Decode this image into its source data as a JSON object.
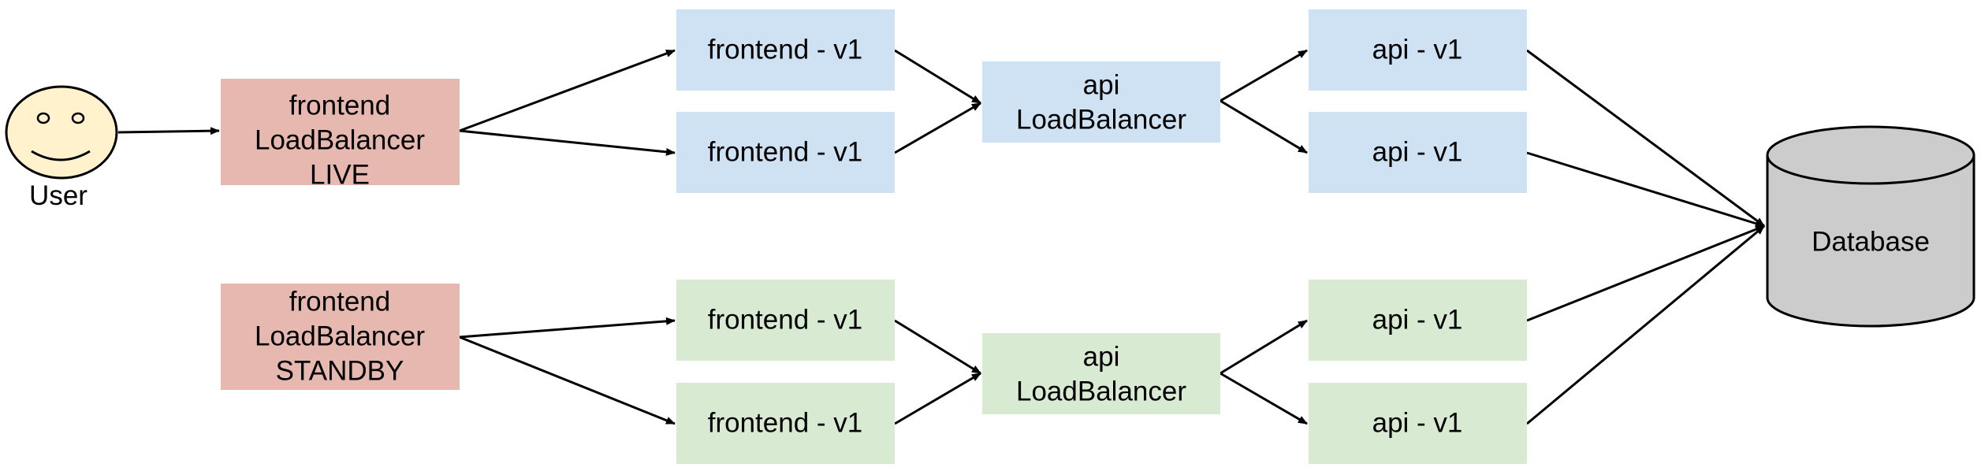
{
  "colors": {
    "live_lb_fill": "#e6b8af",
    "blue_fill": "#cfe2f3",
    "green_fill": "#d9ead3",
    "user_face_fill": "#fff2cc",
    "database_fill": "#cccccc",
    "stroke": "#000000"
  },
  "user": {
    "label": "User",
    "icon": "smiley-face-icon"
  },
  "live": {
    "lb_lines": [
      "frontend",
      "LoadBalancer",
      "LIVE"
    ],
    "frontend_top": "frontend - v1",
    "frontend_bottom": "frontend - v1",
    "api_lb_lines": [
      "api",
      "LoadBalancer"
    ],
    "api_top": "api - v1",
    "api_bottom": "api - v1"
  },
  "standby": {
    "lb_lines": [
      "frontend",
      "LoadBalancer",
      "STANDBY"
    ],
    "frontend_top": "frontend - v1",
    "frontend_bottom": "frontend - v1",
    "api_lb_lines": [
      "api",
      "LoadBalancer"
    ],
    "api_top": "api - v1",
    "api_bottom": "api - v1"
  },
  "database": {
    "label": "Database",
    "icon": "database-cylinder-icon"
  }
}
